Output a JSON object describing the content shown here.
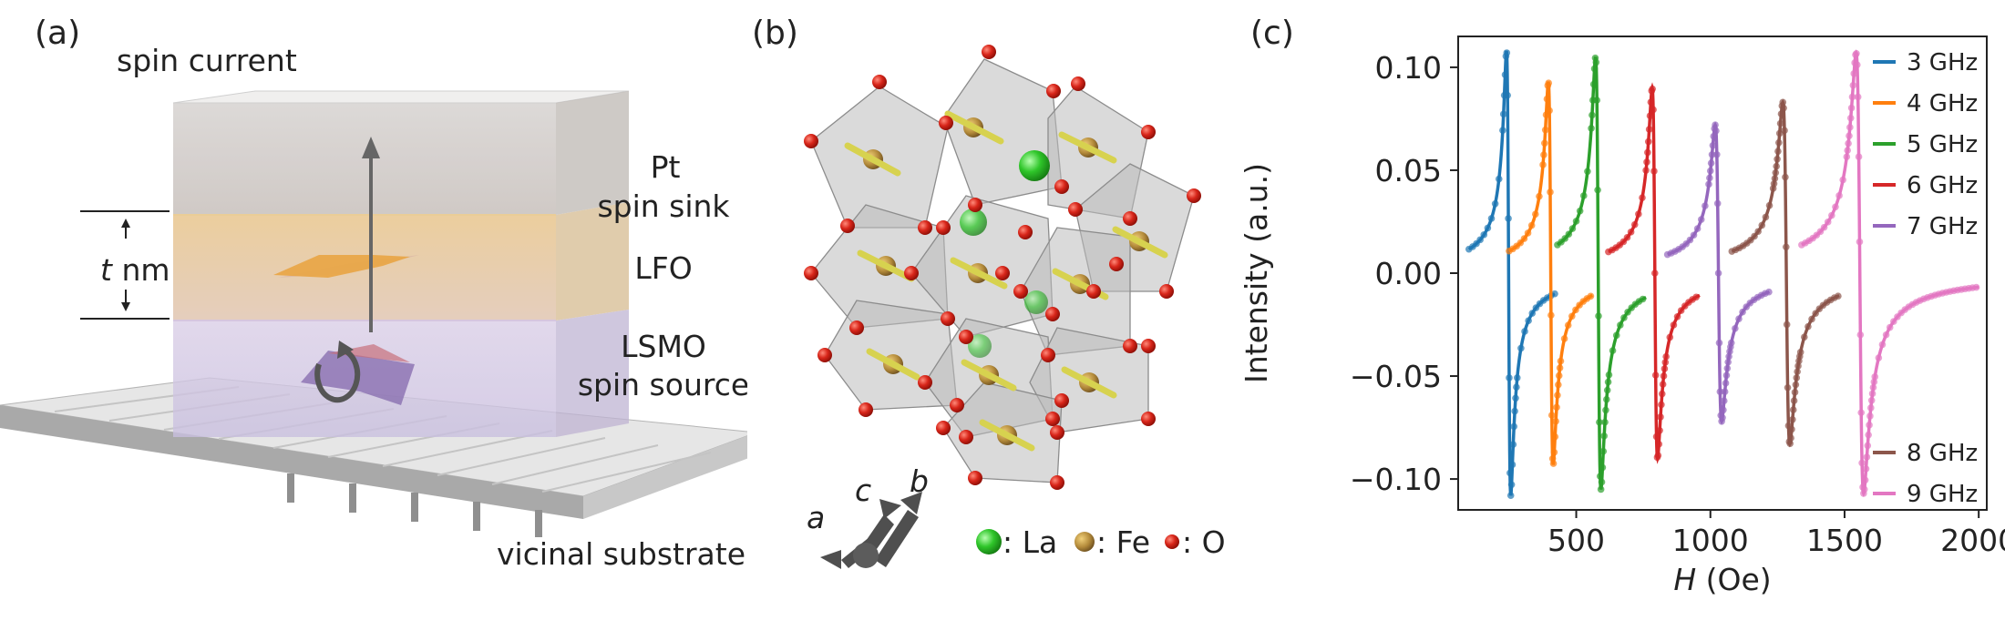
{
  "panels": {
    "a": {
      "label": "(a)",
      "top_text": "spin current",
      "pt_line1": "Pt",
      "pt_line2": "spin sink",
      "lfo": "LFO",
      "lsmo_line1": "LSMO",
      "lsmo_line2": "spin source",
      "substrate": "vicinal substrate",
      "thickness_t": "t",
      "thickness_unit": " nm"
    },
    "b": {
      "label": "(b)",
      "axis_a": "a",
      "axis_b": "b",
      "axis_c": "c",
      "legend_la": ": La",
      "legend_fe": ": Fe",
      "legend_o": ": O"
    },
    "c": {
      "label": "(c)"
    }
  },
  "chart_data": {
    "type": "line",
    "xlabel_italic": "H",
    "xlabel_rest": " (Oe)",
    "ylabel": "Intensity (a.u.)",
    "xlim": [
      60,
      2030
    ],
    "ylim": [
      -0.115,
      0.115
    ],
    "xticks": [
      500,
      1000,
      1500,
      2000
    ],
    "yticks": [
      -0.1,
      -0.05,
      0.0,
      0.05,
      0.1
    ],
    "ytick_labels": [
      "−0.10",
      "−0.05",
      "0.00",
      "0.05",
      "0.10"
    ],
    "xtick_labels": [
      "500",
      "1000",
      "1500",
      "2000"
    ],
    "grid": false,
    "legend_upper": "top-right",
    "legend_lower": "bottom-right",
    "series": [
      {
        "name": "3 GHz",
        "color": "#1f77b4",
        "x0": 248,
        "amp": 0.108,
        "width": 8,
        "xmin": 100,
        "xmax": 420
      },
      {
        "name": "4 GHz",
        "color": "#ff7f0e",
        "x0": 405,
        "amp": 0.093,
        "width": 9,
        "xmin": 250,
        "xmax": 560
      },
      {
        "name": "5 GHz",
        "color": "#2ca02c",
        "x0": 582,
        "amp": 0.105,
        "width": 10,
        "xmin": 430,
        "xmax": 760
      },
      {
        "name": "6 GHz",
        "color": "#d62728",
        "x0": 793,
        "amp": 0.09,
        "width": 10,
        "xmin": 620,
        "xmax": 960
      },
      {
        "name": "7 GHz",
        "color": "#9467bd",
        "x0": 1030,
        "amp": 0.072,
        "width": 12,
        "xmin": 840,
        "xmax": 1220
      },
      {
        "name": "8 GHz",
        "color": "#8c564b",
        "x0": 1283,
        "amp": 0.083,
        "width": 13,
        "xmin": 1080,
        "xmax": 1480
      },
      {
        "name": "9 GHz",
        "color": "#e377c2",
        "x0": 1557,
        "amp": 0.107,
        "width": 14,
        "xmin": 1340,
        "xmax": 2000
      }
    ]
  }
}
